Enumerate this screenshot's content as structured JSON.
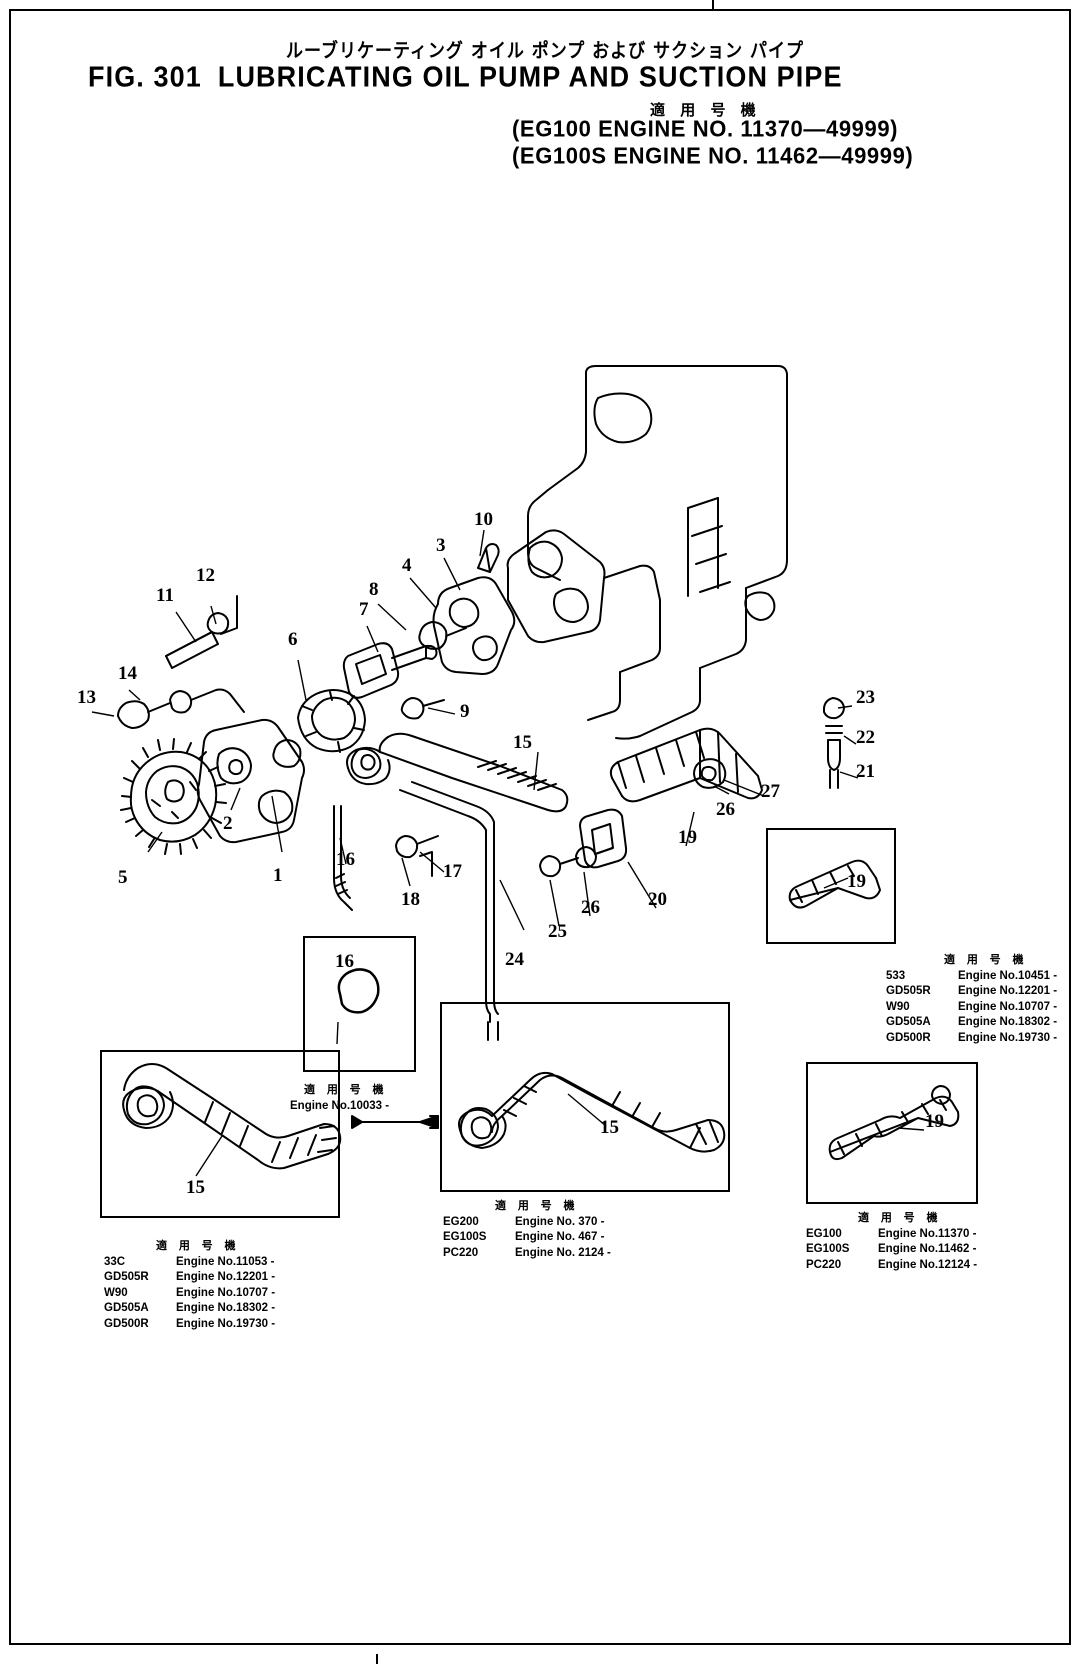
{
  "page": {
    "kana_title": "ルーブリケーティング オイル ポンプ および サクション パイプ",
    "fig_no": "FIG. 301",
    "fig_title": "LUBRICATING OIL PUMP AND SUCTION PIPE",
    "applicable_header": "適 用 号 機",
    "engine_line_1": "(EG100   ENGINE NO. 11370—49999)",
    "engine_line_2": "(EG100S ENGINE NO. 11462—49999)"
  },
  "callouts": [
    {
      "id": "c1",
      "label": "1"
    },
    {
      "id": "c2",
      "label": "2"
    },
    {
      "id": "c3",
      "label": "3"
    },
    {
      "id": "c4",
      "label": "4"
    },
    {
      "id": "c5",
      "label": "5"
    },
    {
      "id": "c6",
      "label": "6"
    },
    {
      "id": "c7",
      "label": "7"
    },
    {
      "id": "c8",
      "label": "8"
    },
    {
      "id": "c9",
      "label": "9"
    },
    {
      "id": "c10",
      "label": "10"
    },
    {
      "id": "c11",
      "label": "11"
    },
    {
      "id": "c12",
      "label": "12"
    },
    {
      "id": "c13",
      "label": "13"
    },
    {
      "id": "c14",
      "label": "14"
    },
    {
      "id": "c15",
      "label": "15"
    },
    {
      "id": "c16",
      "label": "16"
    },
    {
      "id": "c17",
      "label": "17"
    },
    {
      "id": "c18",
      "label": "18"
    },
    {
      "id": "c19",
      "label": "19"
    },
    {
      "id": "c20",
      "label": "20"
    },
    {
      "id": "c21",
      "label": "21"
    },
    {
      "id": "c22",
      "label": "22"
    },
    {
      "id": "c23",
      "label": "23"
    },
    {
      "id": "c24",
      "label": "24"
    },
    {
      "id": "c25",
      "label": "25"
    },
    {
      "id": "c26",
      "label": "26"
    },
    {
      "id": "c27",
      "label": "27"
    },
    {
      "id": "c16b",
      "label": "16"
    },
    {
      "id": "c15b",
      "label": "15"
    },
    {
      "id": "c15c",
      "label": "15"
    },
    {
      "id": "c19b",
      "label": "19"
    },
    {
      "id": "c19c",
      "label": "19"
    },
    {
      "id": "c26b",
      "label": "26"
    }
  ],
  "legends": {
    "inset16": {
      "header": "適 用 号 機",
      "rows": [
        {
          "model": "",
          "engine_no": "Engine No.10033 -"
        }
      ]
    },
    "bottom_left": {
      "header": "適 用 号 機",
      "rows": [
        {
          "model": "33C",
          "engine_no": "Engine No.11053 -"
        },
        {
          "model": "GD505R",
          "engine_no": "Engine No.12201 -"
        },
        {
          "model": "W90",
          "engine_no": "Engine No.10707 -"
        },
        {
          "model": "GD505A",
          "engine_no": "Engine No.18302 -"
        },
        {
          "model": "GD500R",
          "engine_no": "Engine No.19730 -"
        }
      ]
    },
    "bottom_center": {
      "header": "適 用 号 機",
      "rows": [
        {
          "model": "EG200",
          "engine_no": "Engine No.   370 -"
        },
        {
          "model": "EG100S",
          "engine_no": "Engine No.   467 -"
        },
        {
          "model": "PC220",
          "engine_no": "Engine No. 2124 -"
        }
      ]
    },
    "mid_right": {
      "header": "適 用 号 機",
      "rows": [
        {
          "model": "533",
          "engine_no": "Engine No.10451 -"
        },
        {
          "model": "GD505R",
          "engine_no": "Engine No.12201 -"
        },
        {
          "model": "W90",
          "engine_no": "Engine No.10707 -"
        },
        {
          "model": "GD505A",
          "engine_no": "Engine No.18302 -"
        },
        {
          "model": "GD500R",
          "engine_no": "Engine No.19730 -"
        }
      ]
    },
    "bottom_right": {
      "header": "適 用 号 機",
      "rows": [
        {
          "model": "EG100",
          "engine_no": "Engine No.11370 -"
        },
        {
          "model": "EG100S",
          "engine_no": "Engine No.11462 -"
        },
        {
          "model": "PC220",
          "engine_no": "Engine No.12124 -"
        }
      ]
    }
  },
  "colors": {
    "ink": "#000000",
    "paper": "#ffffff"
  }
}
